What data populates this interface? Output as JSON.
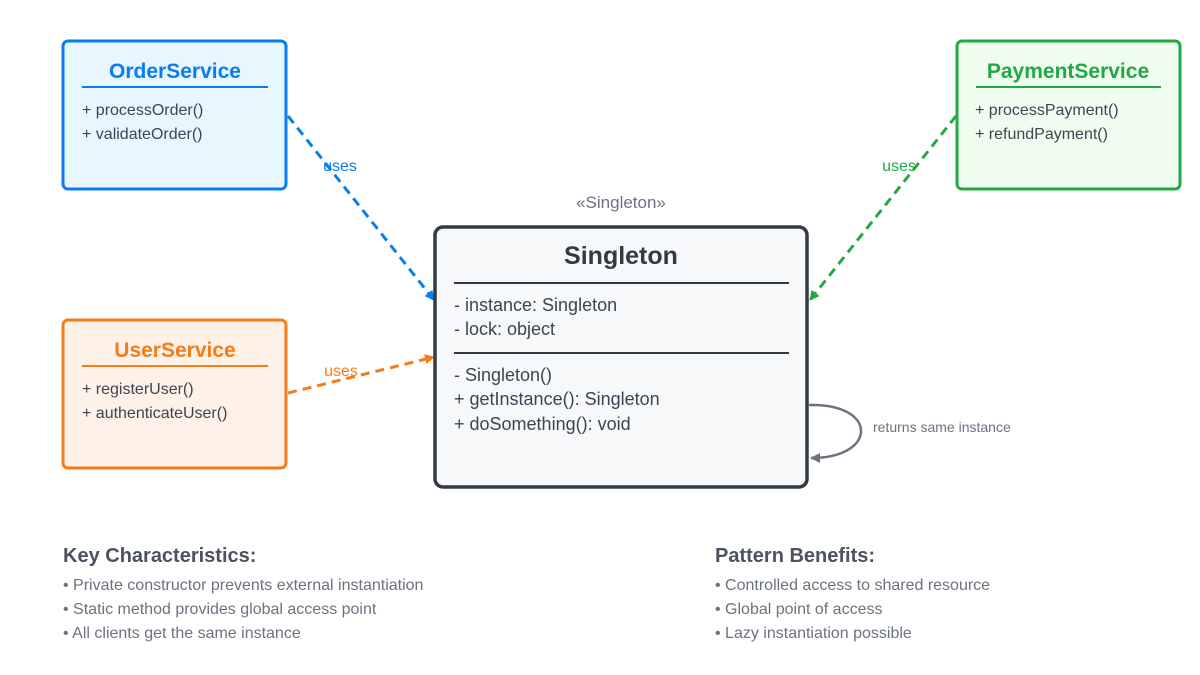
{
  "colors": {
    "order": "#0a7cf0",
    "order_fill": "#e8f6fe",
    "payment": "#22a845",
    "payment_fill": "#effcf0",
    "user": "#f47c1b",
    "user_fill": "#fef1e7",
    "singleton": "#343a43",
    "singleton_fill": "#f6f8fa",
    "self_ref": "#6b7280"
  },
  "classes": {
    "order_service": {
      "name": "OrderService",
      "methods": [
        "+ processOrder()",
        "+ validateOrder()"
      ]
    },
    "payment_service": {
      "name": "PaymentService",
      "methods": [
        "+ processPayment()",
        "+ refundPayment()"
      ]
    },
    "user_service": {
      "name": "UserService",
      "methods": [
        "+ registerUser()",
        "+ authenticateUser()"
      ]
    },
    "singleton": {
      "stereotype": "«Singleton»",
      "name": "Singleton",
      "attributes": [
        "- instance: Singleton",
        "- lock: object"
      ],
      "methods": [
        "- Singleton()",
        "+ getInstance(): Singleton",
        "+ doSomething(): void"
      ]
    }
  },
  "relations": {
    "order_uses": "uses",
    "payment_uses": "uses",
    "user_uses": "uses",
    "self_note": "returns same instance"
  },
  "notes": {
    "characteristics": {
      "title": "Key Characteristics:",
      "items": [
        "• Private constructor prevents external instantiation",
        "• Static method provides global access point",
        "• All clients get the same instance"
      ]
    },
    "benefits": {
      "title": "Pattern Benefits:",
      "items": [
        "• Controlled access to shared resource",
        "• Global point of access",
        "• Lazy instantiation possible"
      ]
    }
  }
}
